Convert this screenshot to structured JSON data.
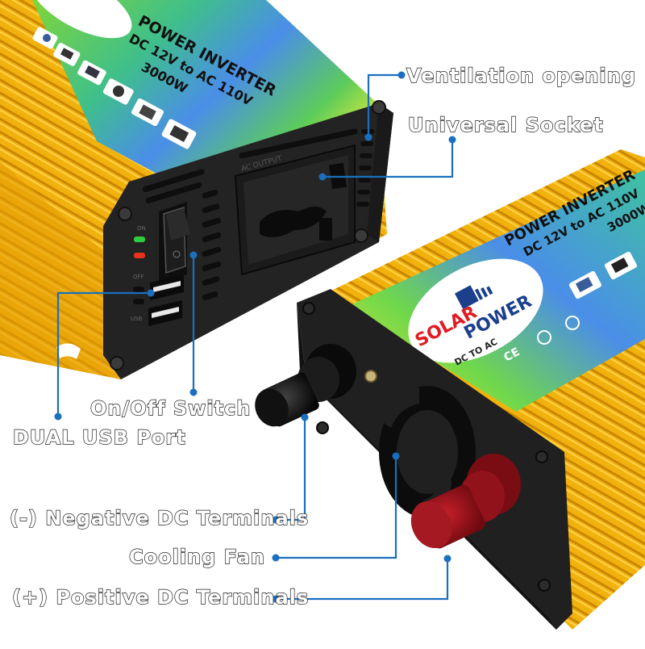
{
  "image": {
    "description": "Product photo of two gold power inverter units with labelled feature callouts",
    "background": "#ffffff"
  },
  "product": {
    "label_title": "POWER INVERTER",
    "label_spec": "DC 12V to AC 110V",
    "label_power": "3000W",
    "brand_word1": "SOLAR",
    "brand_word2": "POWER",
    "brand_sub": "DC TO AC",
    "panel_socket_label": "AC OUTPUT",
    "panel_on_label": "ON",
    "panel_off_label": "OFF",
    "panel_usb_label": "USB",
    "cert_mark": "CE"
  },
  "colors": {
    "housing": "#f2b20e",
    "housing_dark": "#d08a00",
    "panel": "#232323",
    "callout_line": "#1a6fbf",
    "led_on": "#2ecc40",
    "led_off": "#e8321e",
    "positive_terminal": "#a3111a",
    "negative_terminal": "#111111"
  },
  "callouts": [
    {
      "id": "ventilation",
      "label": "Ventilation opening"
    },
    {
      "id": "socket",
      "label": "Universal Socket"
    },
    {
      "id": "switch",
      "label": "On/Off Switch"
    },
    {
      "id": "usb",
      "label": "DUAL USB Port"
    },
    {
      "id": "negative",
      "label": "(-) Negative DC Terminals"
    },
    {
      "id": "fan",
      "label": "Cooling Fan"
    },
    {
      "id": "positive",
      "label": "(+) Positive DC Terminals"
    }
  ]
}
